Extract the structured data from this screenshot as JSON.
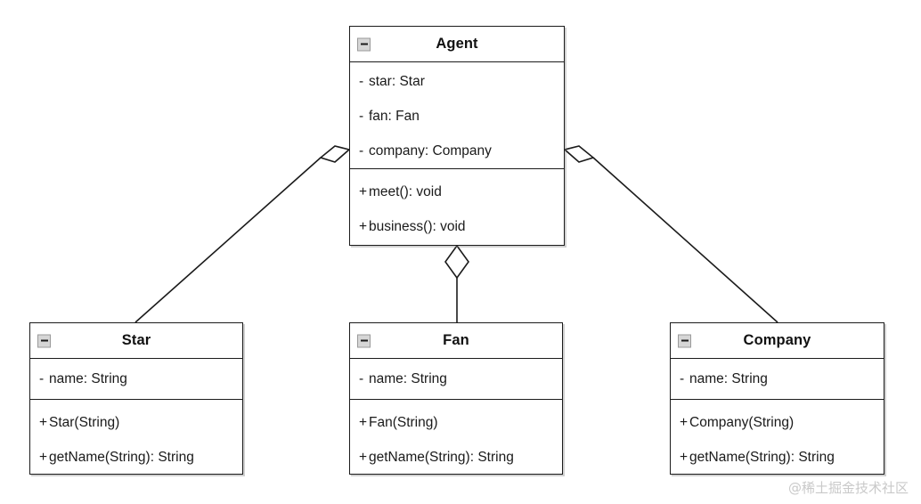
{
  "diagram": {
    "type": "uml-class-diagram",
    "background_color": "#ffffff",
    "line_color": "#1b1b1b",
    "watermark": "@稀土掘金技术社区"
  },
  "classes": [
    {
      "id": "agent",
      "name": "Agent",
      "collapse_icon": "collapse-minus-icon",
      "attributes": [
        {
          "visibility": "-",
          "text": "star: Star"
        },
        {
          "visibility": "-",
          "text": "fan: Fan"
        },
        {
          "visibility": "-",
          "text": "company: Company"
        }
      ],
      "operations": [
        {
          "visibility": "+",
          "text": "meet(): void"
        },
        {
          "visibility": "+",
          "text": "business(): void"
        }
      ]
    },
    {
      "id": "star",
      "name": "Star",
      "collapse_icon": "collapse-minus-icon",
      "attributes": [
        {
          "visibility": "-",
          "text": "name: String"
        }
      ],
      "operations": [
        {
          "visibility": "+",
          "text": "Star(String)"
        },
        {
          "visibility": "+",
          "text": "getName(String): String"
        }
      ]
    },
    {
      "id": "fan",
      "name": "Fan",
      "collapse_icon": "collapse-minus-icon",
      "attributes": [
        {
          "visibility": "-",
          "text": "name: String"
        }
      ],
      "operations": [
        {
          "visibility": "+",
          "text": "Fan(String)"
        },
        {
          "visibility": "+",
          "text": "getName(String): String"
        }
      ]
    },
    {
      "id": "company",
      "name": "Company",
      "collapse_icon": "collapse-minus-icon",
      "attributes": [
        {
          "visibility": "-",
          "text": "name: String"
        }
      ],
      "operations": [
        {
          "visibility": "+",
          "text": "Company(String)"
        },
        {
          "visibility": "+",
          "text": "getName(String): String"
        }
      ]
    }
  ],
  "relationships": [
    {
      "id": "agent-star",
      "from": "Agent",
      "to": "Star",
      "kind": "aggregation",
      "diamond_side": "left"
    },
    {
      "id": "agent-fan",
      "from": "Agent",
      "to": "Fan",
      "kind": "aggregation",
      "diamond_side": "bottom"
    },
    {
      "id": "agent-company",
      "from": "Agent",
      "to": "Company",
      "kind": "aggregation",
      "diamond_side": "right"
    }
  ]
}
